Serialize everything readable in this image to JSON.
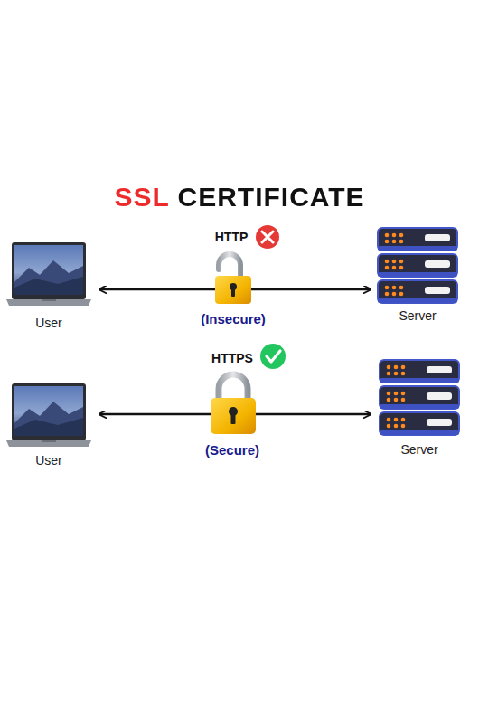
{
  "diagram": {
    "title": "SSL CERTIFICATE",
    "nodes": [
      {
        "text": [
          "User"
        ]
      },
      {
        "text": [
          "Server"
        ]
      },
      {
        "text": [
          "User"
        ]
      },
      {
        "text": [
          "Server"
        ]
      }
    ],
    "edges": [
      {
        "from": 0,
        "to": 1,
        "arrow": "both"
      },
      {
        "from": 2,
        "to": 3,
        "arrow": "both"
      }
    ],
    "labels": [
      "HTTP",
      "(Insecure)",
      "HTTPS",
      "(Secure)"
    ]
  }
}
